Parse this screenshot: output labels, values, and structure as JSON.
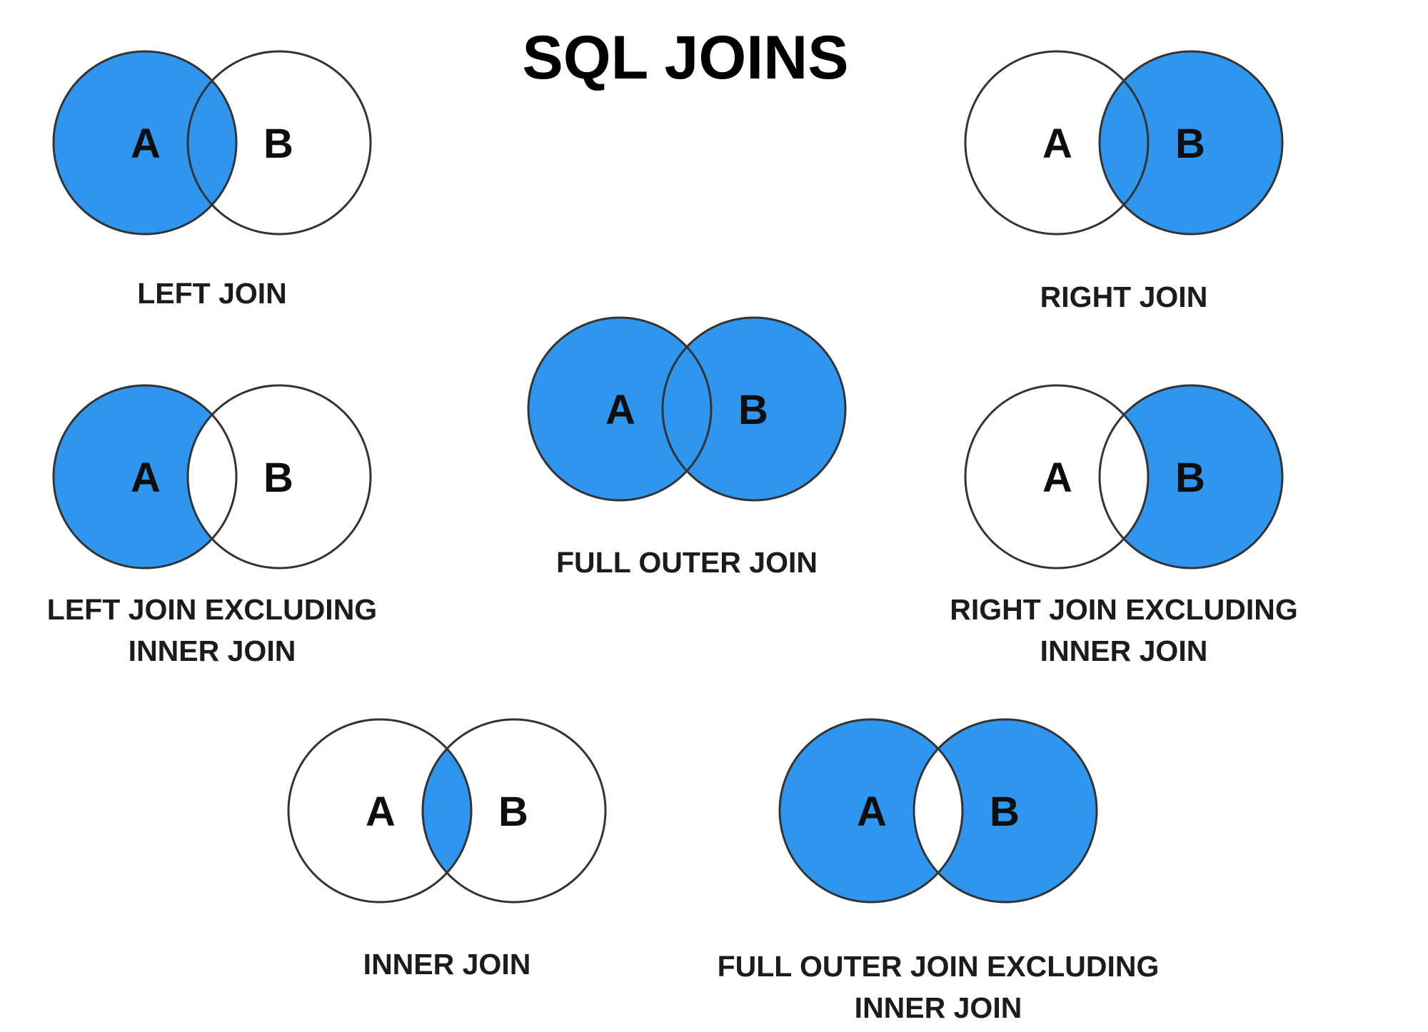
{
  "title": "SQL JOINS",
  "colors": {
    "fill": "#2f96ef",
    "outline": "#333333",
    "label": "#0e0e0e",
    "background": "#ffffff"
  },
  "diagrams": [
    {
      "id": "left-join",
      "region": {
        "a_only": true,
        "intersection": true,
        "b_only": false
      },
      "set_a": "A",
      "set_b": "B",
      "caption": [
        "LEFT JOIN"
      ]
    },
    {
      "id": "right-join",
      "region": {
        "a_only": false,
        "intersection": true,
        "b_only": true
      },
      "set_a": "A",
      "set_b": "B",
      "caption": [
        "RIGHT JOIN"
      ]
    },
    {
      "id": "full-outer-join",
      "region": {
        "a_only": true,
        "intersection": true,
        "b_only": true
      },
      "set_a": "A",
      "set_b": "B",
      "caption": [
        "FULL OUTER JOIN"
      ]
    },
    {
      "id": "left-join-excluding-inner-join",
      "region": {
        "a_only": true,
        "intersection": false,
        "b_only": false
      },
      "set_a": "A",
      "set_b": "B",
      "caption": [
        "LEFT JOIN EXCLUDING",
        "INNER JOIN"
      ]
    },
    {
      "id": "right-join-excluding-inner-join",
      "region": {
        "a_only": false,
        "intersection": false,
        "b_only": true
      },
      "set_a": "A",
      "set_b": "B",
      "caption": [
        "RIGHT JOIN EXCLUDING",
        "INNER JOIN"
      ]
    },
    {
      "id": "inner-join",
      "region": {
        "a_only": false,
        "intersection": true,
        "b_only": false
      },
      "set_a": "A",
      "set_b": "B",
      "caption": [
        "INNER JOIN"
      ]
    },
    {
      "id": "full-outer-join-excluding-inner-join",
      "region": {
        "a_only": true,
        "intersection": false,
        "b_only": true
      },
      "set_a": "A",
      "set_b": "B",
      "caption": [
        "FULL OUTER JOIN EXCLUDING",
        "INNER JOIN"
      ]
    }
  ]
}
